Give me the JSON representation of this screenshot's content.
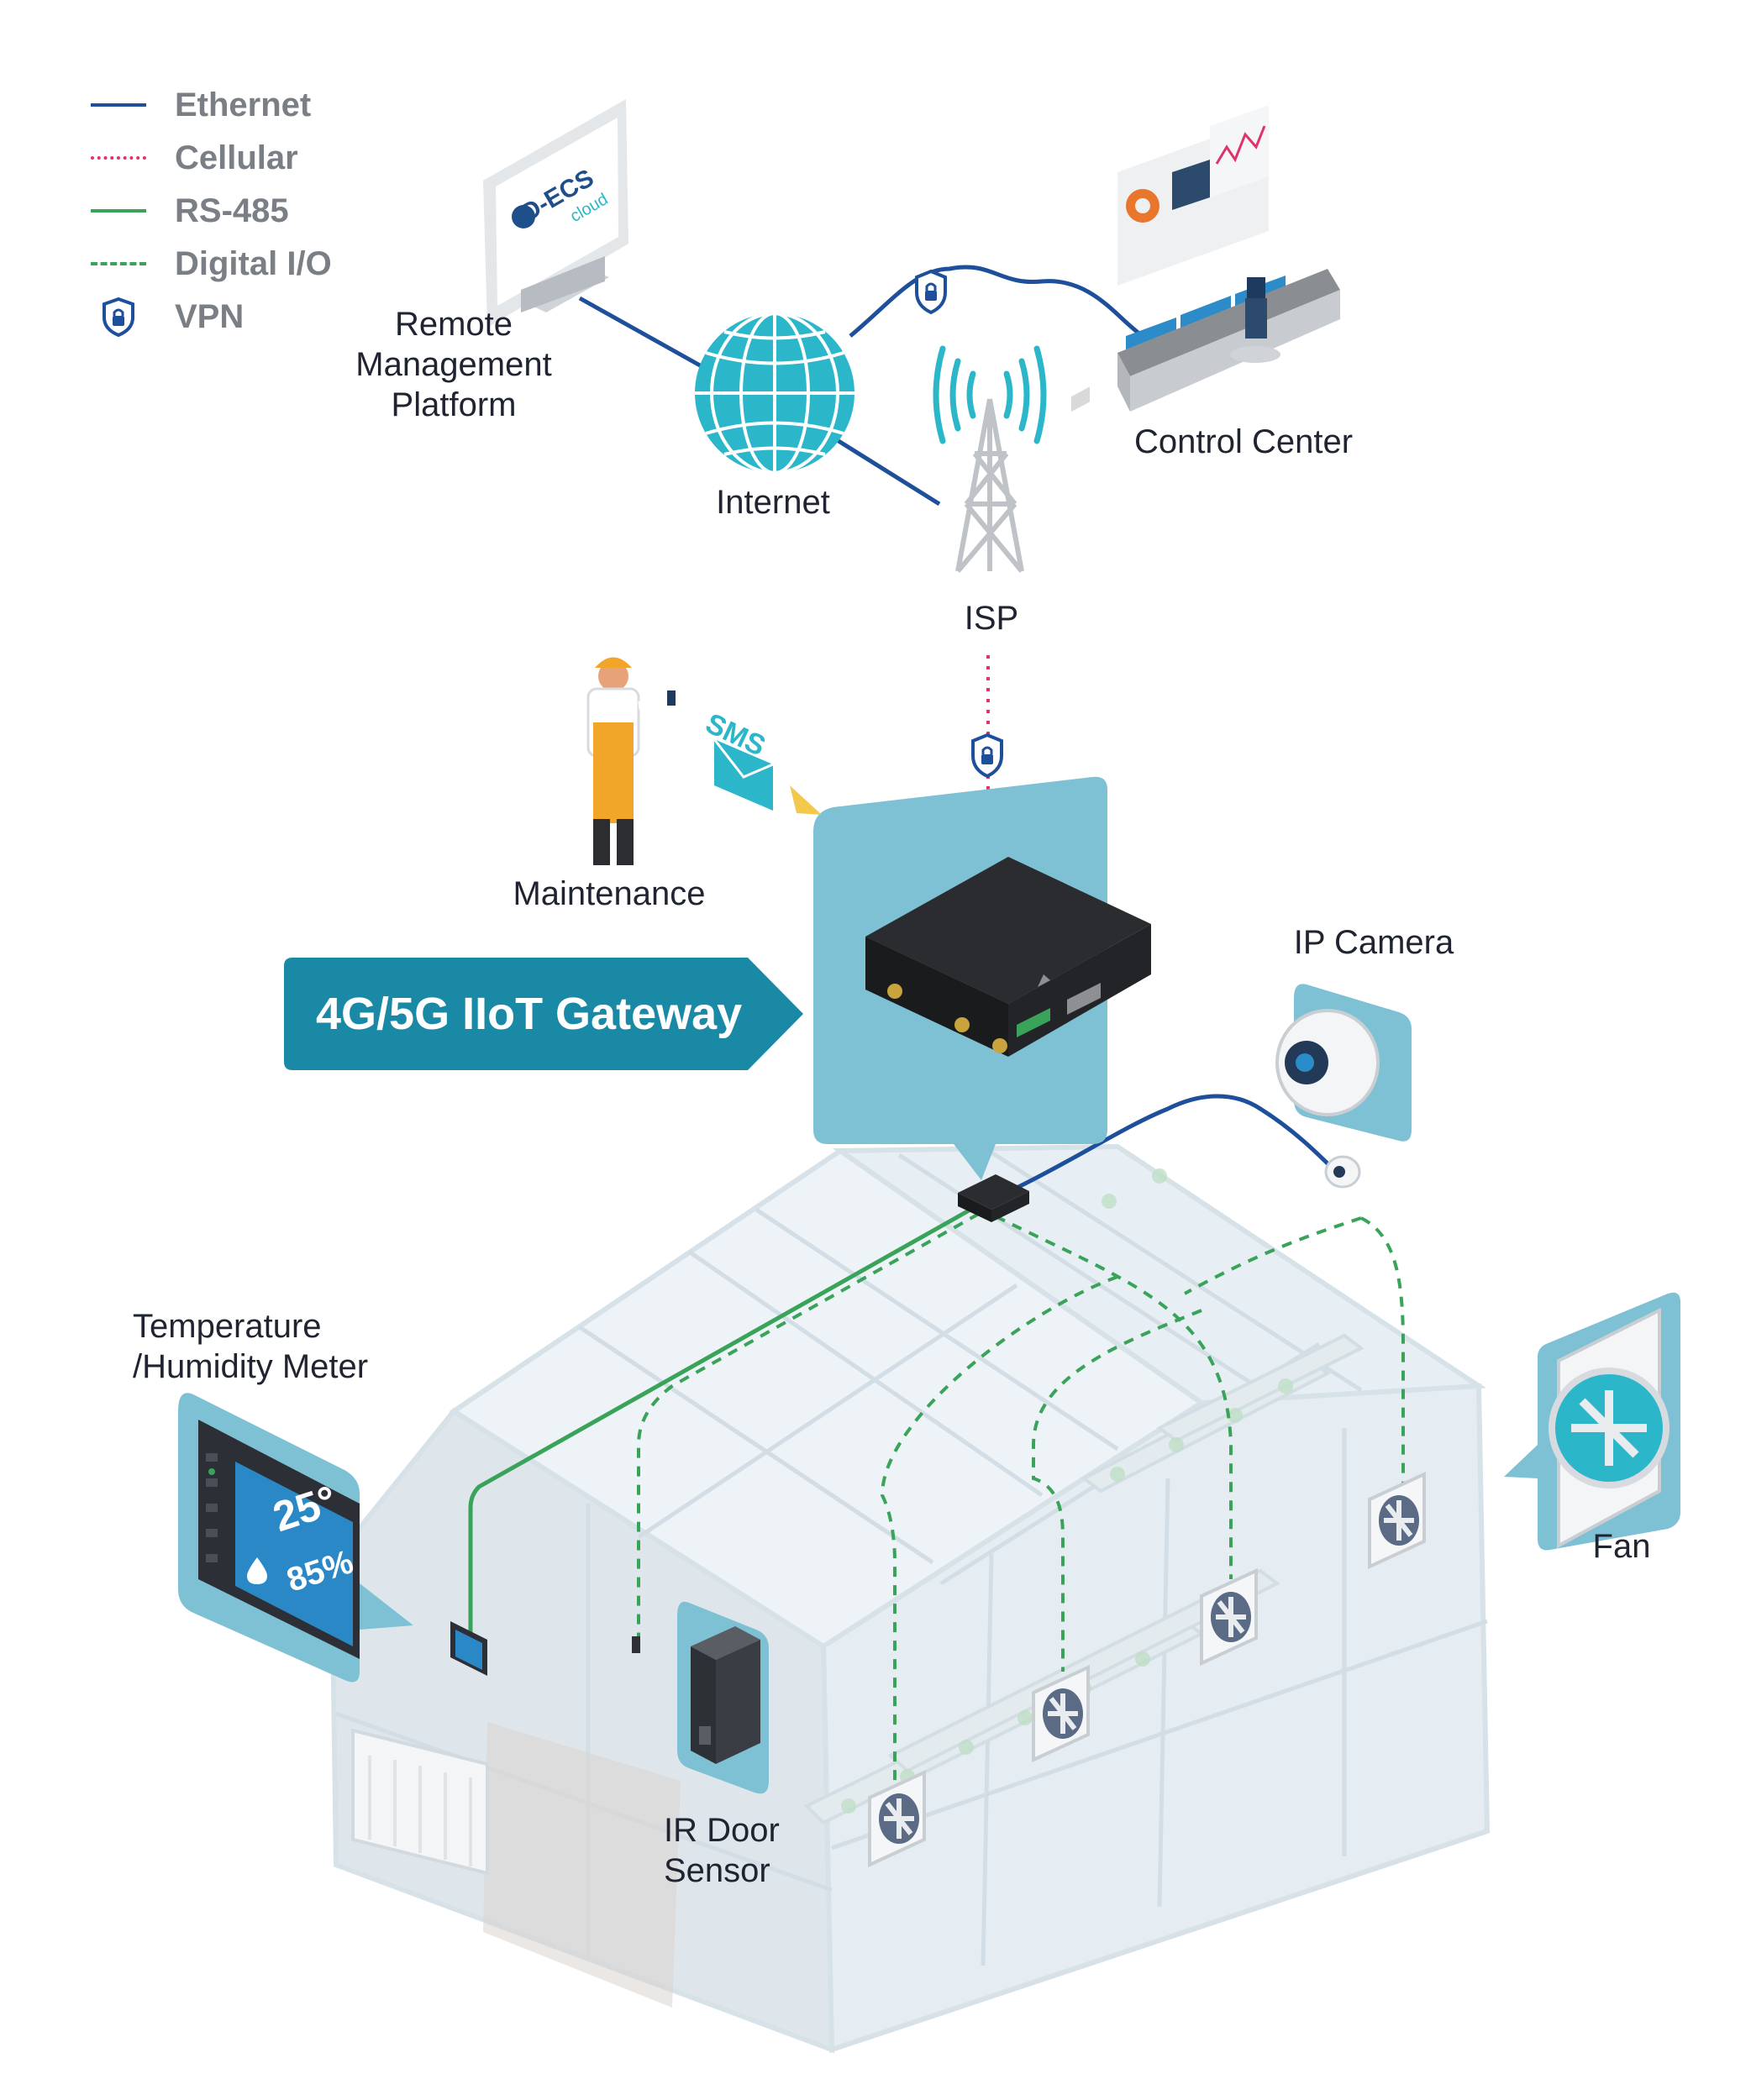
{
  "legend": {
    "items": [
      {
        "label": "Ethernet",
        "style": "solid",
        "color": "#1d4f9a"
      },
      {
        "label": "Cellular",
        "style": "dotted",
        "color": "#e0336b"
      },
      {
        "label": "RS-485",
        "style": "solid",
        "color": "#3aa35a"
      },
      {
        "label": "Digital I/O",
        "style": "dashed",
        "color": "#3aa35a"
      },
      {
        "label": "VPN",
        "style": "icon",
        "color": "#1d4f9a",
        "icon": "vpn-shield-icon"
      }
    ]
  },
  "nodes": {
    "remote_platform": {
      "label_lines": [
        "Remote",
        "Management",
        "Platform"
      ],
      "brand": "D-ECS",
      "brand_sub": "cloud"
    },
    "internet": {
      "label": "Internet"
    },
    "control_center": {
      "label": "Control Center"
    },
    "isp": {
      "label": "ISP"
    },
    "maintenance": {
      "label": "Maintenance",
      "message": "SMS"
    },
    "gateway": {
      "label": "4G/5G IIoT Gateway"
    },
    "ip_camera": {
      "label": "IP Camera"
    },
    "meter": {
      "label_lines": [
        "Temperature",
        "/Humidity Meter"
      ],
      "temperature": "25°",
      "humidity": "85%"
    },
    "door_sensor": {
      "label_lines": [
        "IR Door",
        "Sensor"
      ]
    },
    "fan": {
      "label": "Fan"
    }
  },
  "colors": {
    "ethernet": "#1d4f9a",
    "cellular": "#e0336b",
    "rs485": "#3aa35a",
    "accent_teal": "#1a89a6",
    "callout": "#7fc1d4",
    "globe": "#2bb6c9",
    "greenhouse": "#dfe9ef"
  }
}
